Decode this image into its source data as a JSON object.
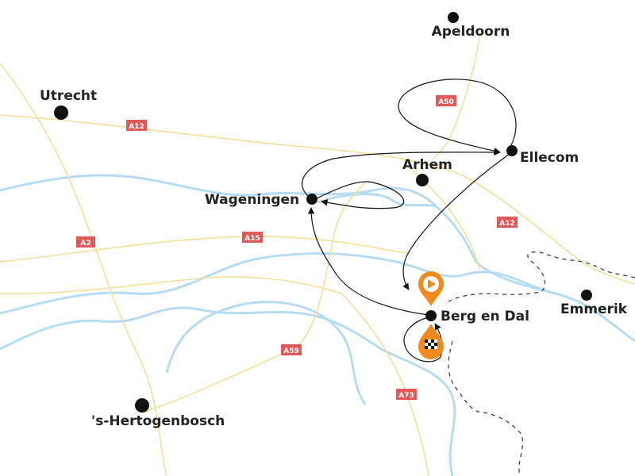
{
  "cities": [
    {
      "name": "Apeldoorn"
    },
    {
      "name": "Utrecht"
    },
    {
      "name": "Ellecom"
    },
    {
      "name": "Arhem"
    },
    {
      "name": "Wageningen"
    },
    {
      "name": "Emmerik"
    },
    {
      "name": "Berg en Dal"
    },
    {
      "name": "'s-Hertogenbosch"
    }
  ],
  "roads": [
    "A12",
    "A50",
    "A12",
    "A2",
    "A15",
    "A59",
    "A73"
  ],
  "markers": {
    "start": "play-icon",
    "finish": "checkered-flag-icon"
  },
  "colors": {
    "marker": "#f08a1c",
    "road_label": "#e05a5a",
    "river": "#b5dcf2",
    "road": "#f5df97"
  }
}
